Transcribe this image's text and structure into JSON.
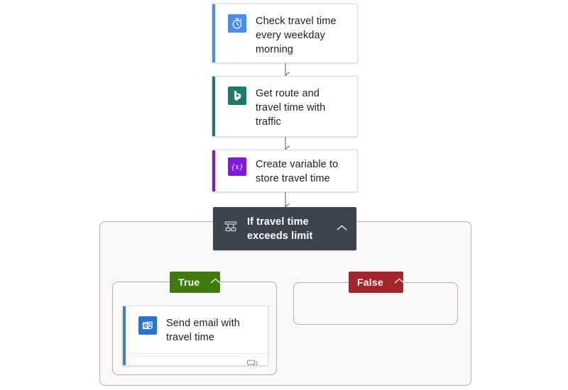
{
  "canvas": {
    "background": "#ffffff",
    "scope_fill": "#faf9f8",
    "scope_border": "#b3b0ad",
    "connector_color": "#8a8886"
  },
  "flow": {
    "nodes": [
      {
        "id": "trigger-recurrence",
        "kind": "trigger-card",
        "title": "Check travel time every weekday morning",
        "icon": "stopwatch-icon",
        "icon_bg": "#4a8cf0",
        "accent_color": "#4a8cf0",
        "has_comment_footer": false
      },
      {
        "id": "bing-maps-route",
        "kind": "action-card",
        "title": "Get route and travel time with traffic",
        "icon": "bing-maps-icon",
        "icon_bg": "#1d7b68",
        "accent_color": "#1d7b68",
        "has_comment_footer": true,
        "comment_icon": "comment-icon"
      },
      {
        "id": "initialize-variable",
        "kind": "action-card",
        "title": "Create variable to store travel time",
        "icon": "variable-braces-icon",
        "icon_bg": "#8019e0",
        "accent_color": "#8019e0",
        "has_comment_footer": false
      },
      {
        "id": "condition",
        "kind": "condition-card",
        "title": "If travel time exceeds limit",
        "icon": "condition-branch-icon",
        "background": "#3d4450",
        "collapse_icon": "chevron-up-icon"
      },
      {
        "id": "send-email",
        "kind": "action-card",
        "title": "Send email with travel time",
        "icon": "outlook-icon",
        "icon_bg": "#2873d4",
        "accent_color": "#3b82d6",
        "has_comment_footer": true,
        "comment_icon": "comment-icon"
      }
    ],
    "branches": [
      {
        "id": "branch-true",
        "label": "True",
        "color": "#3f7a0f",
        "collapse_icon": "chevron-up-icon",
        "empty": false
      },
      {
        "id": "branch-false",
        "label": "False",
        "color": "#a4262c",
        "collapse_icon": "chevron-up-icon",
        "empty": true
      }
    ]
  }
}
